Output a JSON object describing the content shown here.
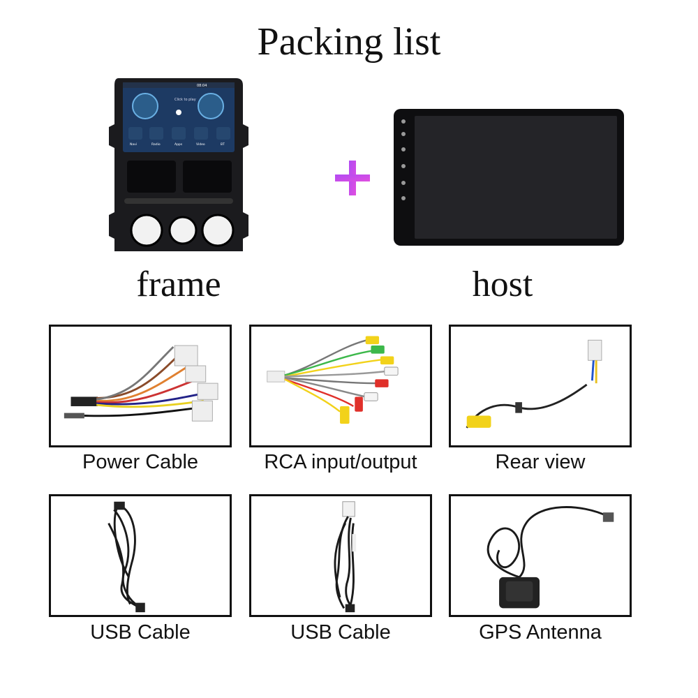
{
  "title": "Packing list",
  "hero": {
    "frame_label": "frame",
    "host_label": "host",
    "frame_screen": {
      "time": "08:04",
      "prompt": "Click to play",
      "apps": [
        "Navi",
        "Radio",
        "Apps",
        "Video",
        "BT"
      ]
    }
  },
  "items": [
    {
      "label": "Power Cable"
    },
    {
      "label": "RCA input/output"
    },
    {
      "label": "Rear view"
    },
    {
      "label": "USB Cable"
    },
    {
      "label": "USB Cable"
    },
    {
      "label": "GPS Antenna"
    }
  ],
  "colors": {
    "plus_gradient_start": "#b24bf3",
    "plus_gradient_end": "#e04ee0",
    "rca_yellow": "#f2d21a",
    "rca_red": "#e0302a",
    "rca_white": "#f5f5f5",
    "rca_green": "#3cb84a"
  }
}
